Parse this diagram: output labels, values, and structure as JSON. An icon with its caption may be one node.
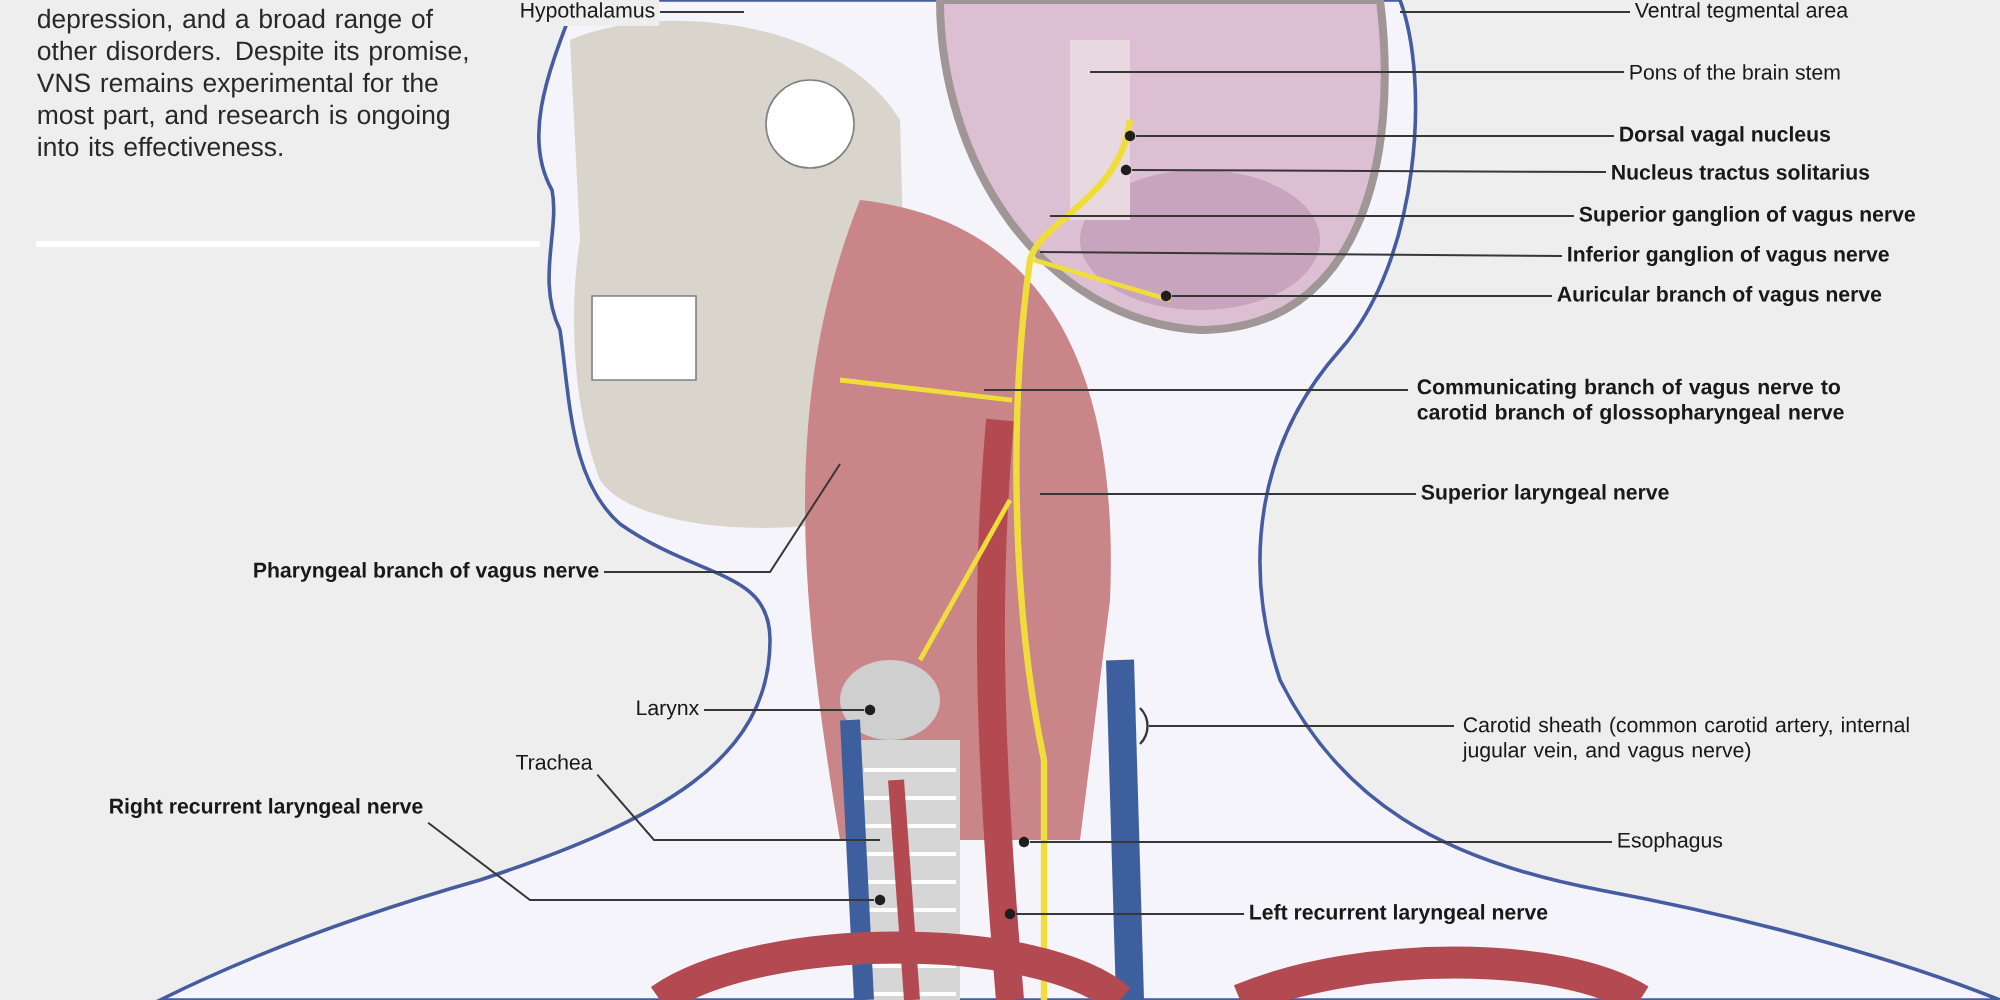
{
  "diagram": {
    "nodes": [
      {
        "text": [
          "Hypothalamus"
        ]
      },
      {
        "text": [
          "Ventral tegmental area"
        ]
      },
      {
        "text": [
          "Pons of the brain stem"
        ]
      },
      {
        "text": [
          "Dorsal vagal nucleus"
        ]
      },
      {
        "text": [
          "Nucleus tractus solitarius"
        ]
      },
      {
        "text": [
          "Superior ganglion of vagus nerve"
        ]
      },
      {
        "text": [
          "Inferior ganglion of vagus nerve"
        ]
      },
      {
        "text": [
          "Auricular branch of vagus nerve"
        ]
      },
      {
        "text": [
          "Communicating branch of vagus nerve to carotid branch of glossopharyngeal nerve"
        ]
      },
      {
        "text": [
          "Superior laryngeal nerve"
        ]
      },
      {
        "text": [
          "Pharyngeal branch of vagus nerve"
        ]
      },
      {
        "text": [
          "Larynx"
        ]
      },
      {
        "text": [
          "Carotid sheath (common carotid artery, internal jugular vein, and vagus nerve)"
        ]
      },
      {
        "text": [
          "Trachea"
        ]
      },
      {
        "text": [
          "Esophagus"
        ]
      },
      {
        "text": [
          "Right recurrent laryngeal nerve"
        ]
      },
      {
        "text": [
          "Left recurrent laryngeal nerve"
        ]
      },
      {
        "text": [],
        "shape": "circle"
      },
      {
        "text": [],
        "shape": "circle"
      },
      {
        "text": [],
        "shape": "circle"
      },
      {
        "text": [],
        "shape": "circle"
      },
      {
        "text": [],
        "shape": "bracket"
      },
      {
        "text": [],
        "shape": "circle"
      },
      {
        "text": [],
        "shape": "circle"
      },
      {
        "text": [],
        "shape": "circle"
      }
    ],
    "edges": [
      {
        "from": 0,
        "to": null,
        "arrow": "none"
      },
      {
        "from": 1,
        "to": null,
        "arrow": "none"
      },
      {
        "from": 2,
        "to": null,
        "arrow": "none"
      },
      {
        "from": 3,
        "to": 17,
        "arrow": "none"
      },
      {
        "from": 4,
        "to": 18,
        "arrow": "none"
      },
      {
        "from": 5,
        "to": null,
        "arrow": "none"
      },
      {
        "from": 6,
        "to": null,
        "arrow": "none"
      },
      {
        "from": 7,
        "to": 19,
        "arrow": "none"
      },
      {
        "from": 8,
        "to": null,
        "arrow": "none"
      },
      {
        "from": 9,
        "to": null,
        "arrow": "none"
      },
      {
        "from": 10,
        "to": null,
        "arrow": "none"
      },
      {
        "from": 11,
        "to": 20,
        "arrow": "none"
      },
      {
        "from": 12,
        "to": 21,
        "arrow": "none"
      },
      {
        "from": 13,
        "to": null,
        "arrow": "none"
      },
      {
        "from": 14,
        "to": 22,
        "arrow": "none"
      },
      {
        "from": 15,
        "to": 23,
        "arrow": "none"
      },
      {
        "from": 16,
        "to": 24,
        "arrow": "none"
      }
    ],
    "labels": [
      "depression, and a broad range of other disorders. Despite its promise, VNS remains experimental for the most part, and research is ongoing into its effectiveness."
    ]
  }
}
